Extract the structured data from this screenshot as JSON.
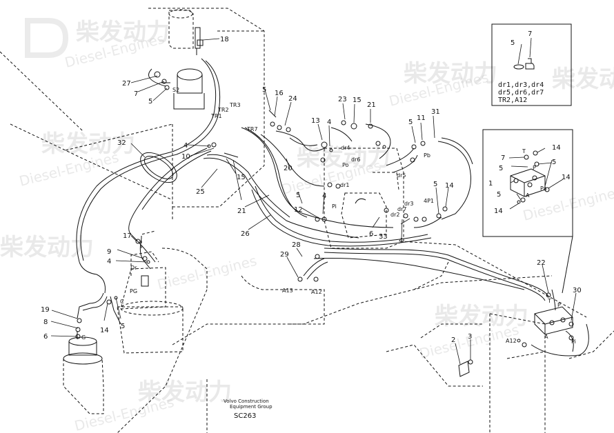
{
  "watermark": {
    "brand_cn": "柴发动力",
    "brand_en": "Diesel-Engines"
  },
  "callouts": {
    "n1": "1",
    "n2": "2",
    "n3": "3",
    "n4": "4",
    "n5": "5",
    "n6": "6",
    "n7": "7",
    "n8": "8",
    "n9": "9",
    "n10": "10",
    "n11": "11",
    "n12": "12",
    "n13": "13",
    "n14": "14",
    "n15": "15",
    "n16": "16",
    "n17": "17",
    "n18": "18",
    "n19": "19",
    "n20": "20",
    "n21": "21",
    "n22": "22",
    "n23": "23",
    "n24": "24",
    "n25": "25",
    "n26": "26",
    "n27": "27",
    "n28": "28",
    "n29": "29",
    "n30": "30",
    "n31": "31",
    "n32": "32",
    "n33": "33"
  },
  "port_labels": {
    "s2": "S2",
    "tr1": "TR1",
    "tr2": "TR2",
    "tr3": "TR3",
    "tr7": "TR7",
    "po": "Po",
    "dr1": "dr1",
    "dr2": "dr2",
    "dr3": "dr3",
    "dr4": "dr4",
    "dr5": "dr5",
    "dr6": "dr6",
    "dr7": "dr7",
    "pb": "Pb",
    "pi": "Pi",
    "pg": "PG",
    "dr": "Dr",
    "g": "G",
    "a12": "A12",
    "a13": "A13",
    "a12b": "A12",
    "t": "T",
    "p": "P",
    "a": "A",
    "pa": "Pa",
    "pi2": "Pi",
    "four_p1": "4P1",
    "c": "C"
  },
  "inset": {
    "line1": "dr1,dr3,dr4",
    "line2": "dr5,dr6,dr7",
    "line3": "TR2,A12"
  },
  "footer": {
    "line1": "Volvo Construction",
    "line2": "Equipment Group",
    "code": "SC263"
  }
}
